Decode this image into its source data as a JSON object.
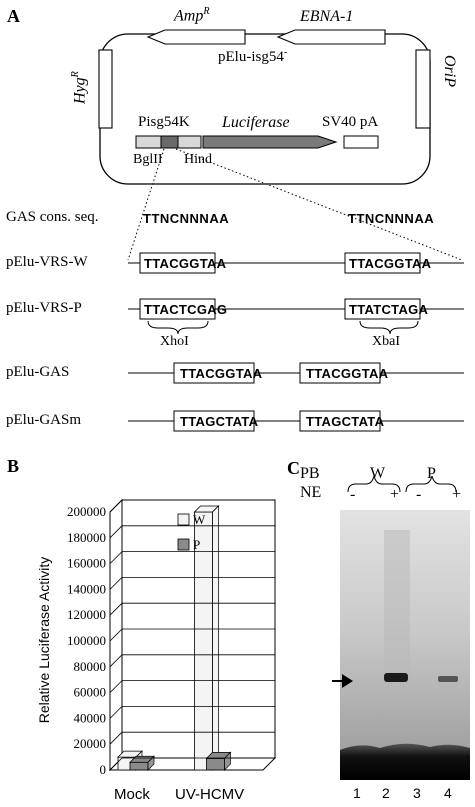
{
  "panels": {
    "a": "A",
    "b": "B",
    "c": "C"
  },
  "plasmid": {
    "name": "pElu-isg54",
    "name_sup": "-",
    "amp": "Amp",
    "amp_sup": "R",
    "ebna": "EBNA-1",
    "hyg": "Hyg",
    "hyg_sup": "R",
    "orip": "OriP",
    "promoter": "Pisg54K",
    "luciferase": "Luciferase",
    "sv40": "SV40 pA",
    "bglii": "BglII",
    "hind": "Hind"
  },
  "constructs": {
    "gas_label": "GAS cons. seq.",
    "gas_seq_1": "TTNCNNNAA",
    "gas_seq_2": "TTNCNNNAA",
    "rows": [
      {
        "label": "pElu-VRS-W",
        "box1": "TTACGGTAA",
        "box2": "TTACGGTAA"
      },
      {
        "label": "pElu-VRS-P",
        "box1": "TTACTCGAG",
        "box2": "TTATCTAGA"
      },
      {
        "label": "pElu-GAS",
        "box1": "TTACGGTAA",
        "box2": "TTACGGTAA"
      },
      {
        "label": "pElu-GASm",
        "box1": "TTAGCTATA",
        "box2": "TTAGCTATA"
      }
    ],
    "xhoi": "XhoI",
    "xbai": "XbaI"
  },
  "chart_data": {
    "type": "bar",
    "categories": [
      "Mock",
      "UV-HCMV"
    ],
    "series": [
      {
        "name": "W",
        "values": [
          10000,
          200000
        ],
        "color": "#f4f4f4"
      },
      {
        "name": "P",
        "values": [
          6000,
          9000
        ],
        "color": "#8a8a8a"
      }
    ],
    "ylabel": "Relative Luciferase Activity",
    "yticks": [
      "0",
      "20000",
      "40000",
      "60000",
      "80000",
      "100000",
      "120000",
      "140000",
      "160000",
      "180000",
      "200000"
    ],
    "ylim": [
      0,
      200000
    ],
    "legend_position": "top-right"
  },
  "gel": {
    "pb_label": "PB",
    "ne_label": "NE",
    "group_w": "W",
    "group_p": "P",
    "signs": [
      "-",
      "+",
      "-",
      "+"
    ],
    "lanes": [
      "1",
      "2",
      "3",
      "4"
    ]
  }
}
